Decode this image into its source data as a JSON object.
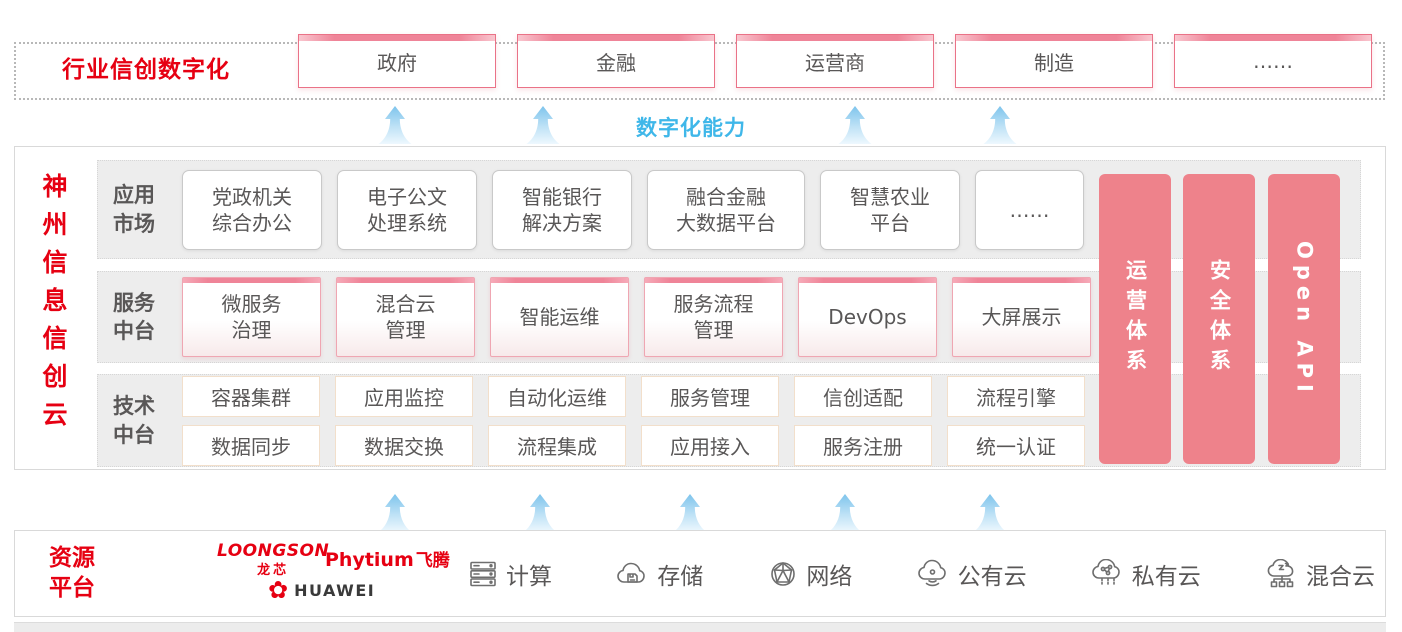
{
  "header": {
    "title": "行业信创数字化",
    "industries": [
      "政府",
      "金融",
      "运营商",
      "制造",
      "……"
    ]
  },
  "capability": {
    "label": "数字化能力"
  },
  "platform": {
    "vertical_title": "神州信息信创云",
    "rows": [
      {
        "label": "应用\n市场",
        "items": [
          "党政机关\n综合办公",
          "电子公文\n处理系统",
          "智能银行\n解决方案",
          "融合金融\n大数据平台",
          "智慧农业\n平台",
          "……"
        ]
      },
      {
        "label": "服务\n中台",
        "items": [
          "微服务\n治理",
          "混合云\n管理",
          "智能运维",
          "服务流程\n管理",
          "DevOps",
          "大屏展示"
        ]
      },
      {
        "label": "技术\n中台",
        "items_top": [
          "容器集群",
          "应用监控",
          "自动化运维",
          "服务管理",
          "信创适配",
          "流程引擎"
        ],
        "items_bottom": [
          "数据同步",
          "数据交换",
          "流程集成",
          "应用接入",
          "服务注册",
          "统一认证"
        ]
      }
    ],
    "pillars": [
      "运营体系",
      "安全体系",
      "Open API"
    ]
  },
  "resources": {
    "label": "资源\n平台",
    "vendors": {
      "loongson": "LOONGSON",
      "loongson_sub": "龙芯",
      "phytium": "Phytium",
      "phytium_sub": "飞腾",
      "huawei": "HUAWEI",
      "huawei_flower": "✿"
    },
    "items": [
      "计算",
      "存储",
      "网络",
      "公有云",
      "私有云",
      "混合云"
    ]
  },
  "colors": {
    "red": "#e60012",
    "pink_pillar": "#ee828b",
    "pink_border": "#ef8498",
    "blue": "#3fb7e9",
    "text_gray": "#595757",
    "row_bg": "#ededed"
  }
}
